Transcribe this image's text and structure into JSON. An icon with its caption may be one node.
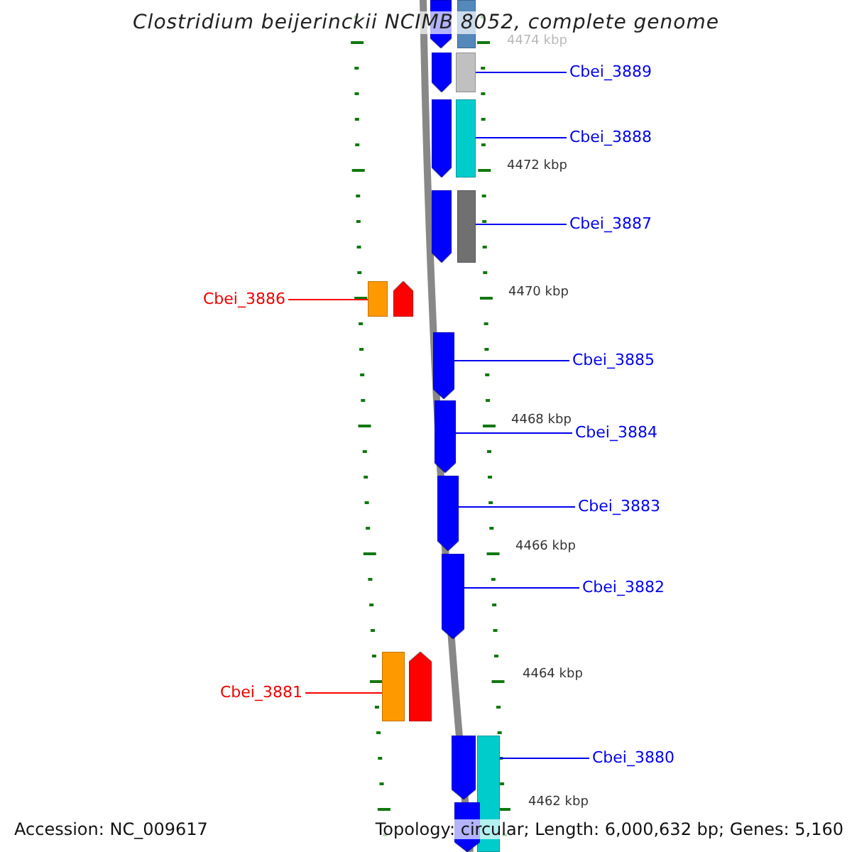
{
  "diagram": {
    "title": "Clostridium beijerinckii NCIMB 8052, complete genome",
    "nodes": [
      {
        "text": [],
        "shape": "bar"
      },
      {
        "text": [],
        "shape": "bar"
      },
      {
        "text": [],
        "shape": "bar"
      },
      {
        "text": [],
        "shape": "bar"
      },
      {
        "text": [
          "Cbei_3889"
        ]
      },
      {
        "text": [],
        "shape": "bar"
      },
      {
        "text": [],
        "shape": "bar"
      },
      {
        "text": [
          "Cbei_3888"
        ]
      },
      {
        "text": [],
        "shape": "bar"
      },
      {
        "text": [],
        "shape": "bar"
      },
      {
        "text": [
          "Cbei_3887"
        ]
      },
      {
        "text": [
          "Cbei_3886"
        ]
      },
      {
        "text": [],
        "shape": "bar"
      },
      {
        "text": [],
        "shape": "bar"
      },
      {
        "text": [],
        "shape": "bar"
      },
      {
        "text": [
          "Cbei_3885"
        ]
      },
      {
        "text": [],
        "shape": "bar"
      },
      {
        "text": [
          "Cbei_3884"
        ]
      },
      {
        "text": [],
        "shape": "bar"
      },
      {
        "text": [
          "Cbei_3883"
        ]
      },
      {
        "text": [],
        "shape": "bar"
      },
      {
        "text": [
          "Cbei_3882"
        ]
      },
      {
        "text": [
          "Cbei_3881"
        ]
      },
      {
        "text": [],
        "shape": "bar"
      },
      {
        "text": [],
        "shape": "bar"
      },
      {
        "text": [],
        "shape": "bar"
      },
      {
        "text": [],
        "shape": "bar"
      },
      {
        "text": [
          "Cbei_3880"
        ]
      },
      {
        "text": [],
        "shape": "bar"
      }
    ],
    "edges": [
      {
        "from": 4,
        "to": 3,
        "arrow": "none"
      },
      {
        "from": 7,
        "to": 6,
        "arrow": "none"
      },
      {
        "from": 10,
        "to": 9,
        "arrow": "none"
      },
      {
        "from": 11,
        "to": 12,
        "arrow": "none",
        "color": "#ff0000"
      },
      {
        "from": 15,
        "to": 14,
        "arrow": "none"
      },
      {
        "from": 17,
        "to": 16,
        "arrow": "none"
      },
      {
        "from": 19,
        "to": 18,
        "arrow": "none"
      },
      {
        "from": 21,
        "to": 20,
        "arrow": "none"
      },
      {
        "from": 22,
        "to": 23,
        "arrow": "none",
        "color": "#ff0000"
      },
      {
        "from": 27,
        "to": 26,
        "arrow": "none"
      }
    ],
    "labels": [
      "4474 kbp",
      "4472 kbp",
      "4470 kbp",
      "4468 kbp",
      "4466 kbp",
      "4464 kbp",
      "4462 kbp",
      "Accession: NC_009617",
      "Topology: circular; Length: 6,000,632 bp; Genes: 5,160"
    ]
  }
}
